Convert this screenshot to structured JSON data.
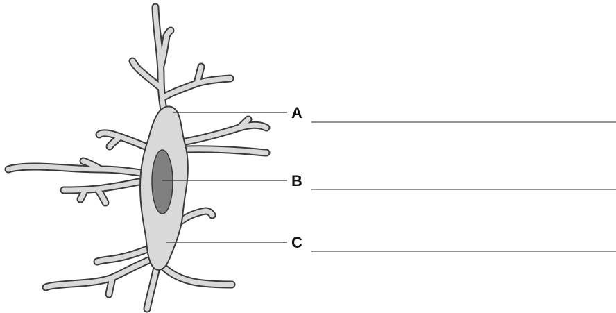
{
  "labels": [
    {
      "letter": "A"
    },
    {
      "letter": "B"
    },
    {
      "letter": "C"
    }
  ],
  "colors": {
    "cell_body": "#d9d9d9",
    "outline": "#3a3a3a",
    "nucleus": "#808080"
  }
}
